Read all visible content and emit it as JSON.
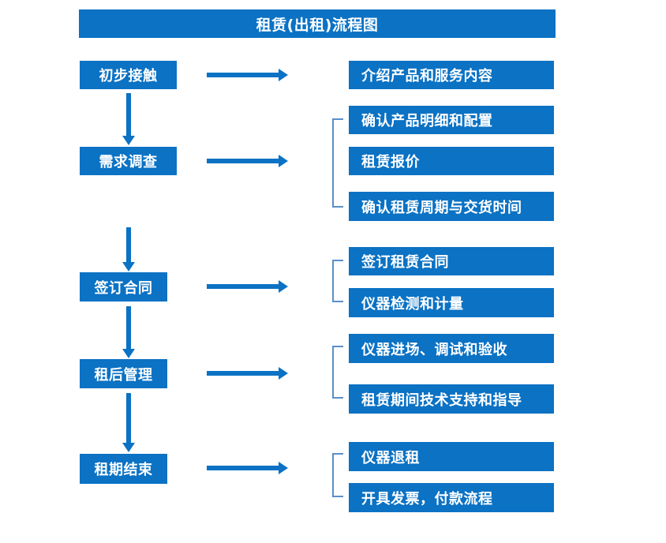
{
  "diagram": {
    "title": "租赁(出租)流程图",
    "accent_color": "#0B72C4",
    "bracket_color": "#5B8FC9",
    "text_color": "#FFFFFF",
    "background_color": "#FFFFFF",
    "type": "flowchart"
  },
  "stages": [
    {
      "id": "stage-1",
      "label": "初步接触"
    },
    {
      "id": "stage-2",
      "label": "需求调查"
    },
    {
      "id": "stage-3",
      "label": "签订合同"
    },
    {
      "id": "stage-4",
      "label": "租后管理"
    },
    {
      "id": "stage-5",
      "label": "租期结束"
    }
  ],
  "details": [
    {
      "id": "detail-1-1",
      "stage": "初步接触",
      "label": "介绍产品和服务内容"
    },
    {
      "id": "detail-2-1",
      "stage": "需求调查",
      "label": "确认产品明细和配置"
    },
    {
      "id": "detail-2-2",
      "stage": "需求调查",
      "label": "租赁报价"
    },
    {
      "id": "detail-2-3",
      "stage": "需求调查",
      "label": "确认租赁周期与交货时间"
    },
    {
      "id": "detail-3-1",
      "stage": "签订合同",
      "label": "签订租赁合同"
    },
    {
      "id": "detail-3-2",
      "stage": "签订合同",
      "label": "仪器检测和计量"
    },
    {
      "id": "detail-4-1",
      "stage": "租后管理",
      "label": "仪器进场、调试和验收"
    },
    {
      "id": "detail-4-2",
      "stage": "租后管理",
      "label": "租赁期间技术支持和指导"
    },
    {
      "id": "detail-5-1",
      "stage": "租期结束",
      "label": "仪器退租"
    },
    {
      "id": "detail-5-2",
      "stage": "租期结束",
      "label": "开具发票，付款流程"
    }
  ],
  "connectors": {
    "stage_to_detail_arrow": "right-arrow-icon",
    "stage_to_stage_arrow": "down-arrow-icon",
    "grouping": "bracket-icon"
  }
}
